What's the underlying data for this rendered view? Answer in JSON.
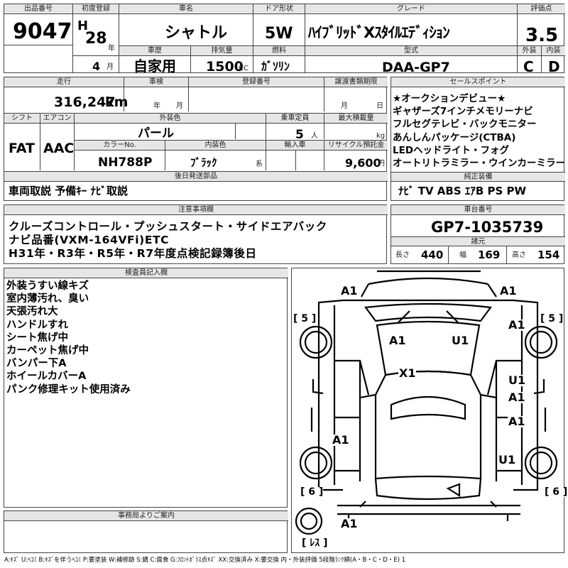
{
  "header": {
    "lot_label": "出品番号",
    "lot_no": "9047",
    "first_reg_label": "初度登録",
    "era": "H",
    "year": "28",
    "year_unit": "年",
    "month": "4",
    "month_unit": "月",
    "car_name_label": "車名",
    "car_name": "シャトル",
    "door_label": "ドア形状",
    "door": "5W",
    "grade_label": "グレード",
    "grade": "ﾊｲﾌﾞﾘｯﾄﾞXｽﾀｲﾙｴﾃﾞｨｼｮﾝ",
    "score_label": "評価点",
    "score": "3.5",
    "history_label": "車歴",
    "history": "自家用",
    "displacement_label": "排気量",
    "displacement": "1500",
    "cc": "CC",
    "fuel_label": "燃料",
    "fuel": "ｶﾞｿﾘﾝ",
    "model_label": "型式",
    "model": "DAA-GP7",
    "ext_label": "外装",
    "ext": "C",
    "int_label": "内装",
    "int": "D"
  },
  "row2": {
    "mileage_label": "走行",
    "mileage": "316,247",
    "km": "km",
    "inspection_label": "車検",
    "insp_year": "年",
    "insp_month": "月",
    "regno_label": "登録番号",
    "transfer_label": "譲渡書類期限",
    "transfer_month": "月",
    "transfer_day": "日",
    "shift_label": "シフト",
    "shift": "FAT",
    "ac_label": "エアコン",
    "ac": "AAC",
    "color_label": "外装色",
    "color": "パール",
    "capacity_label": "乗車定員",
    "capacity": "5",
    "capacity_unit": "人",
    "maxload_label": "最大積載量",
    "maxload_unit": "kg",
    "colorno_label": "カラーNo.",
    "colorno": "NH788P",
    "intcolor_label": "内装色",
    "intcolor": "ﾌﾞﾗｯｸ",
    "intcolor_unit": "系",
    "import_label": "輸入車",
    "recycle_label": "リサイクル預託金",
    "recycle": "9,600",
    "recycle_unit": "円",
    "later_label": "後日発送部品",
    "later": "車両取説 予備ｷｰ ﾅﾋﾞ取説"
  },
  "sales": {
    "label": "セールスポイント",
    "points": [
      "★オークションデビュー★",
      "ギャザーズ7インチメモリーナビ",
      "フルセグテレビ・バックモニター",
      "あんしんパッケージ(CTBA)",
      "LEDヘッドライト・フォグ",
      "オートリトラミラー・ウインカーミラー"
    ],
    "equip_label": "純正装備",
    "equip": "ﾅﾋﾞ TV ABS ｴｱB PS PW"
  },
  "notes": {
    "label": "注意事項欄",
    "lines": [
      "クルーズコントロール・プッシュスタート・サイドエアバック",
      "ナビ品番(VXM-164VFi)ETC",
      "H31年・R3年・R5年・R7年度点検記録簿後日"
    ]
  },
  "chassis": {
    "label": "車台番号",
    "number": "GP7-1035739",
    "dims_label": "諸元",
    "len_label": "長さ",
    "length": "440",
    "wid_label": "幅",
    "width": "169",
    "hgt_label": "高さ",
    "height": "154"
  },
  "inspector": {
    "label": "検査員記入欄",
    "lines": [
      "外装うすい線キズ",
      "室内薄汚れ、臭い",
      "天張汚れ大",
      "ハンドルすれ",
      "シート焦げ中",
      "カーペット焦げ中",
      "バンパー下A",
      "ホイールカバーA",
      "パンク修理キット使用済み"
    ]
  },
  "office": {
    "label": "事務局よりご案内"
  },
  "diagram": {
    "marks": [
      "A1",
      "A1",
      "A1",
      "A1",
      "U1",
      "X1",
      "U1",
      "A1",
      "A1",
      "A1",
      "U1",
      "A1"
    ],
    "tires": [
      "5",
      "5",
      "6",
      "6",
      "ﾚｽ"
    ]
  },
  "legend": "A:ｷｽﾞ U:ﾍｺﾐ B:ｷｽﾞを伴うﾍｺﾐ P:要塗装 W:補修跡 S:錆 C:腐食 G:ﾌﾛﾝﾄｶﾞﾗｽ点ｷｽﾞ XX:交換済み X:要交換 内・外装評価 5段階ﾗﾝｸ順(A・B・C・D・E) 1"
}
